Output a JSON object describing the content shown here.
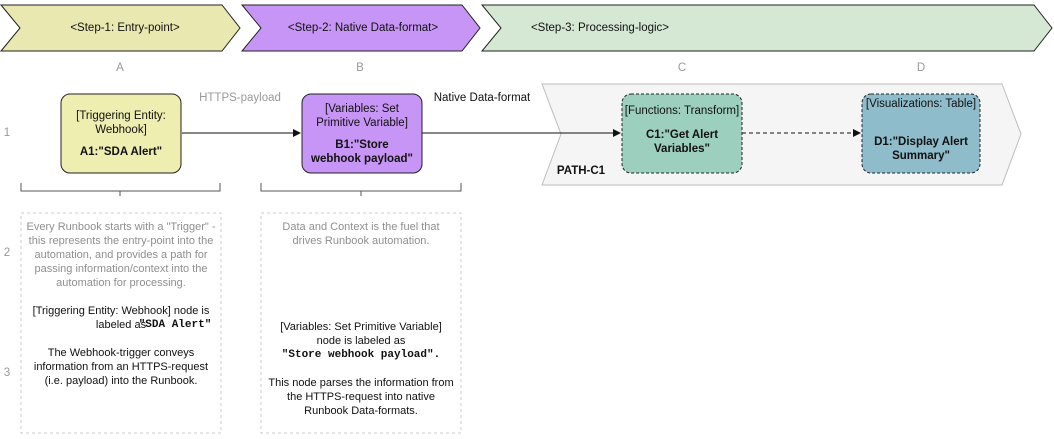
{
  "steps": [
    {
      "label": "<Step-1: Entry-point>",
      "fill": "#e8e8b0"
    },
    {
      "label": "<Step-2: Native Data-format>",
      "fill": "#c795f5"
    },
    {
      "label": "<Step-3: Processing-logic>",
      "fill": "#d5e8d4"
    }
  ],
  "columns": [
    "A",
    "B",
    "C",
    "D"
  ],
  "rows": [
    "1",
    "2",
    "3"
  ],
  "edges": {
    "a_to_b": "HTTPS-payload",
    "b_to_c": "Native Data-format"
  },
  "path_label": "PATH-C1",
  "nodes": {
    "a1": {
      "type": "[Triggering Entity: Webhook]",
      "name": "A1:\"SDA Alert\"",
      "fill": "#eeeeb0"
    },
    "b1": {
      "type": "[Variables: Set Primitive Variable]",
      "name": "B1:\"Store webhook payload\"",
      "fill": "#c795f5"
    },
    "c1": {
      "type": "[Functions: Transform]",
      "name": "C1:\"Get Alert Variables\"",
      "fill": "#9ccfbd"
    },
    "d1": {
      "type": "[Visualizations: Table]",
      "name": "D1:\"Display Alert Summary\"",
      "fill": "#8fbccb"
    }
  },
  "descriptions": {
    "a": {
      "intro": "Every Runbook starts with a \"Trigger\" - this represents the entry-point into the automation, and provides a path for passing information/context into the automation for processing.",
      "label_line": "[Triggering Entity: Webhook] node is labeled as",
      "label_value": "\"SDA Alert\"",
      "detail": "The Webhook-trigger conveys information from an HTTPS-request (i.e. payload) into the Runbook."
    },
    "b": {
      "intro": "Data and Context is the fuel that drives Runbook automation.",
      "label_line": "[Variables: Set Primitive Variable] node is labeled as",
      "label_value": "\"Store webhook payload\".",
      "detail": "This node parses the information from the HTTPS-request into native Runbook Data-formats."
    }
  }
}
